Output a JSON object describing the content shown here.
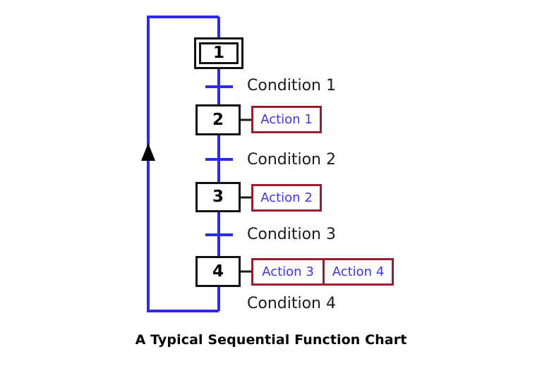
{
  "caption": "A Typical Sequential Function Chart",
  "colors": {
    "background": "#ffffff",
    "step_border": "#111111",
    "step_text": "#000000",
    "flow_line": "#2B2BE8",
    "action_border": "#9B1C2E",
    "action_text": "#3B36F0",
    "condition_text": "#1b1b1b",
    "arrow_fill": "#000000",
    "action_link": "#1b1b1b"
  },
  "diagram": {
    "type": "sequential-function-chart",
    "steps": [
      {
        "id": "step-1",
        "number": "1",
        "initial": true,
        "actions": []
      },
      {
        "id": "step-2",
        "number": "2",
        "initial": false,
        "actions": [
          "Action 1"
        ]
      },
      {
        "id": "step-3",
        "number": "3",
        "initial": false,
        "actions": [
          "Action 2"
        ]
      },
      {
        "id": "step-4",
        "number": "4",
        "initial": false,
        "actions": [
          "Action 3",
          "Action 4"
        ]
      }
    ],
    "transitions": [
      {
        "id": "transition-1",
        "label": "Condition 1",
        "from": "step-1",
        "to": "step-2"
      },
      {
        "id": "transition-2",
        "label": "Condition 2",
        "from": "step-2",
        "to": "step-3"
      },
      {
        "id": "transition-3",
        "label": "Condition 3",
        "from": "step-3",
        "to": "step-4"
      },
      {
        "id": "transition-4",
        "label": "Condition 4",
        "from": "step-4",
        "to": "step-1"
      }
    ]
  },
  "steps": {
    "s1": {
      "number": "1"
    },
    "s2": {
      "number": "2"
    },
    "s3": {
      "number": "3"
    },
    "s4": {
      "number": "4"
    }
  },
  "actions": {
    "a1": "Action 1",
    "a2": "Action 2",
    "a3": "Action 3",
    "a4": "Action 4"
  },
  "conditions": {
    "c1": "Condition 1",
    "c2": "Condition 2",
    "c3": "Condition 3",
    "c4": "Condition  4"
  }
}
